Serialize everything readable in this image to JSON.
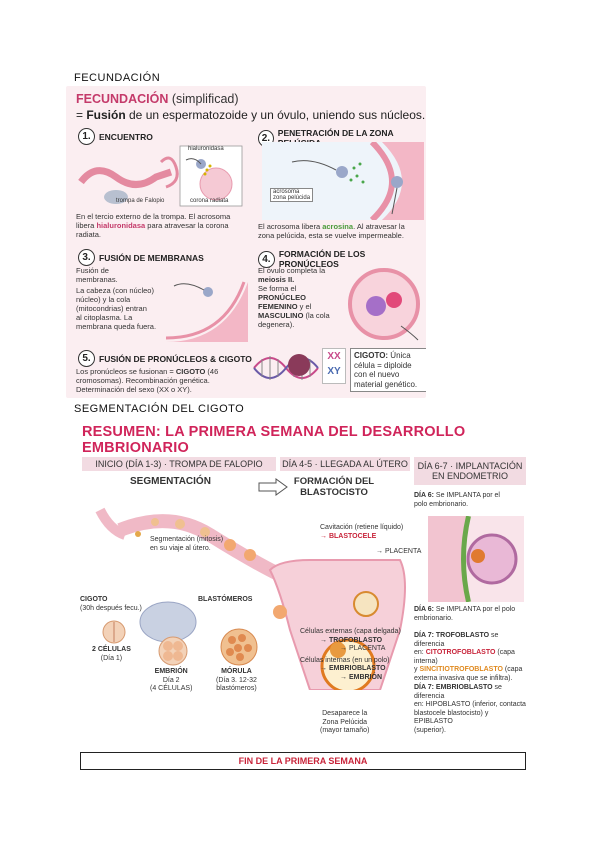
{
  "headings": {
    "fecundacion": "FECUNDACIÓN",
    "segmentacion": "SEGMENTACIÓN DEL CIGOTO"
  },
  "fertilization": {
    "title": "FECUNDACIÓN",
    "subtitle": "(simplificad)",
    "def_prefix": "= ",
    "def_bold": "Fusión",
    "def_rest": " de un espermatozoide y un óvulo, uniendo sus núcleos.",
    "steps": [
      {
        "num": "1.",
        "title": "ENCUENTRO"
      },
      {
        "num": "2.",
        "title": "PENETRACIÓN DE LA ZONA PELÚCIDA"
      },
      {
        "num": "3.",
        "title": "FUSIÓN DE MEMBRANAS"
      },
      {
        "num": "4.",
        "title": "FORMACIÓN DE LOS PRONÚCLEOS"
      },
      {
        "num": "5.",
        "title": "FUSIÓN DE PRONÚCLEOS & CIGOTO"
      }
    ],
    "step1": {
      "label_hialuronidasa": "hialuronidasa",
      "label_trompa": "trompa de Falopio",
      "label_corona": "corona radiata",
      "cap_a": "En el tercio externo de la trompa. El acrosoma",
      "cap_b": "libera ",
      "cap_hl": "hialuronidasa",
      "cap_c": " para atravesar la corona",
      "cap_d": "radiata."
    },
    "step2": {
      "label_acrosoma": "acrosoma",
      "label_zona": "zona pelúcida",
      "cap_a": "El acrosoma libera ",
      "cap_hl": "acrosina",
      "cap_b": ". Al atravesar la",
      "cap_c": "zona pelúcida, esta se vuelve impermeable."
    },
    "step3": {
      "l1": "Fusión de",
      "l2": "membranas.",
      "l3": "La cabeza (con núcleo)",
      "l4": "núcleo) y la cola",
      "l5": "(mitocondrias) entran",
      "l6": "al citoplasma. La",
      "l7": "membrana queda fuera."
    },
    "step4": {
      "l1": "El óvulo completa la",
      "l2": "meiosis II.",
      "l3": "Se forma el",
      "l4": "PRONÚCLEO",
      "l5": "FEMENINO",
      "l5b": " y el",
      "l6": "MASCULINO",
      "l6b": " (la cola",
      "l7": "degenera)."
    },
    "step5": {
      "l1": "Los pronúcleos se fusionan = ",
      "l1b": "CIGOTO",
      "l1c": " (46",
      "l2": "cromosomas). Recombinación genética.",
      "l3": "Determinación del sexo (XX o XY).",
      "xx": "XX",
      "xy": "XY",
      "box_bold": "CIGOTO:",
      "box_1": " Única",
      "box_2": "célula = diploide",
      "box_3": "con el nuevo",
      "box_4": "material genético."
    }
  },
  "summary": {
    "title": "RESUMEN: LA PRIMERA SEMANA DEL DESARROLLO EMBRIONARIO",
    "col1": "INICIO (DÍA 1-3) · TROMPA DE FALOPIO",
    "col2": "DÍA 4-5 · LLEGADA AL ÚTERO",
    "col3_a": "DÍA 6-7 · IMPLANTACIÓN",
    "col3_b": "EN ENDOMETRIO",
    "segmentacion": "SEGMENTACIÓN",
    "formacion_a": "FORMACIÓN DEL",
    "formacion_b": "BLASTOCISTO",
    "seg_note_a": "Segmentación (mitosis)",
    "seg_note_b": "en su viaje al útero.",
    "cigoto": "CIGOTO",
    "cigoto_sub": "(30h después fecu.)",
    "dos_celulas": "2 CÉLULAS",
    "dia1": "(Día 1)",
    "embrion": "EMBRIÓN",
    "embrion_b": "Día 2",
    "embrion_c": "(4 CÉLULAS)",
    "blastomeros": "BLASTÓMEROS",
    "morula": "MÓRULA",
    "morula_b": "(Día 3. 12-32",
    "morula_c": "blastómeros)",
    "cavitacion": "Cavitación (retiene líquido)",
    "blastocele": "→ BLASTOCELE",
    "placenta1": "→ PLACENTA",
    "celulas_ext": "Células externas (capa delgada)",
    "trofoblasto": "→ TROFOBLASTO",
    "placenta2": "→ PLACENTA",
    "celulas_int": "Células internas (en un polo)",
    "embrioblasto": "→ EMBRIOBLASTO",
    "embrion_arrow": "→ EMBRIÓN",
    "desaparece_a": "Desaparece la",
    "desaparece_b": "Zona Pelúcida",
    "desaparece_c": "(mayor tamaño)",
    "d6a_b": "DÍA 6:",
    "d6a": " Se IMPLANTA por el",
    "d6a2": "polo embrionario.",
    "d6b_b": "DÍA 6:",
    "d6b": " Se IMPLANTA por el polo",
    "d6b2": "embrionario.",
    "d7a_b": "DÍA 7: TROFOBLASTO",
    "d7a": " se diferencia",
    "d7a2": "en: ",
    "d7a3": "CITOTROFOBLASTO",
    "d7a4": " (capa",
    "d7a5": "interna)",
    "d7a6": "y ",
    "d7a7": "SINCITIOTROFOBLASTO",
    "d7a8": " (capa",
    "d7a9": "externa invasiva que se infiltra).",
    "d7b_b": "DÍA 7: EMBRIOBLASTO",
    "d7b": " se diferencia",
    "d7b2": "en: HIPOBLASTO (inferior, contacta",
    "d7b3": "blastocele blastocisto) y EPIBLASTO",
    "d7b4": "(superior).",
    "footer": "FIN DE LA PRIMERA SEMANA"
  }
}
